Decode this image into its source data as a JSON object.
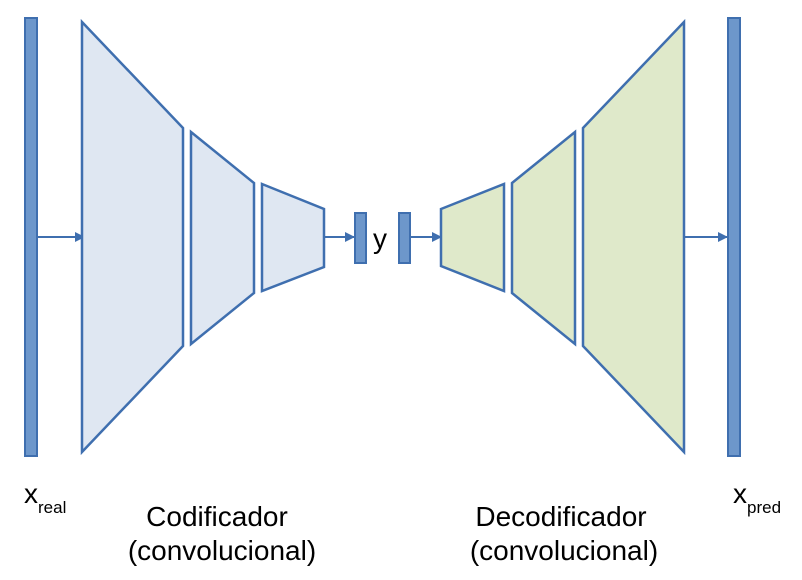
{
  "labels": {
    "x_real_base": "x",
    "x_real_sub": "real",
    "y": "y",
    "x_pred_base": "x",
    "x_pred_sub": "pred",
    "encoder_line1": "Codificador",
    "encoder_line2": "(convolucional)",
    "decoder_line1": "Decodificador",
    "decoder_line2": "(convolucional)"
  },
  "colors": {
    "bar_fill": "#6d97cb",
    "stroke": "#3f6faf",
    "encoder_fill": "#dfe7f2",
    "decoder_fill": "#dfe9ca",
    "arrow": "#3f6faf",
    "text": "#000000"
  }
}
